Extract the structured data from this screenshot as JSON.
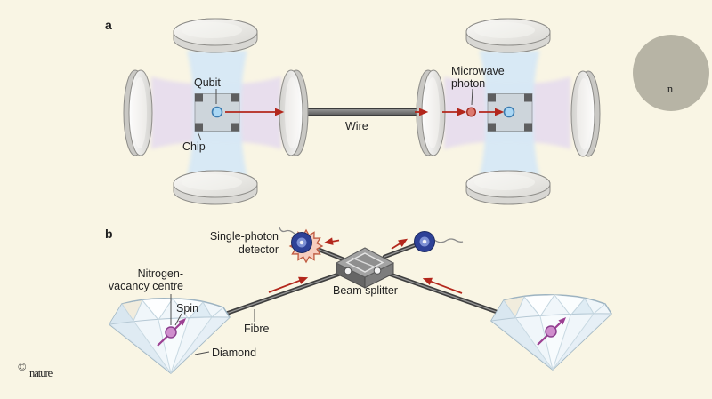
{
  "colors": {
    "background": "#f9f5e4",
    "arrow_red": "#b3271c",
    "beam_blue": "#d6e8f6",
    "beam_lavender": "#e6dcee",
    "detector_blue": "#2e4197",
    "spin_purple": "#9c3f92",
    "wire_gray": "#757575",
    "logo_gray": "#b7b4a5"
  },
  "branding": {
    "logo_letter": "n",
    "copyright": "©",
    "wordmark": "nature"
  },
  "panel_a": {
    "label": "a",
    "qubit_label": "Qubit",
    "chip_label": "Chip",
    "wire_label": "Wire",
    "microwave_label_line1": "Microwave",
    "microwave_label_line2": "photon"
  },
  "panel_b": {
    "label": "b",
    "detector_label_line1": "Single-photon",
    "detector_label_line2": "detector",
    "nv_label_line1": "Nitrogen-",
    "nv_label_line2": "vacancy centre",
    "spin_label": "Spin",
    "fibre_label": "Fibre",
    "diamond_label": "Diamond",
    "beam_splitter_label": "Beam splitter"
  }
}
